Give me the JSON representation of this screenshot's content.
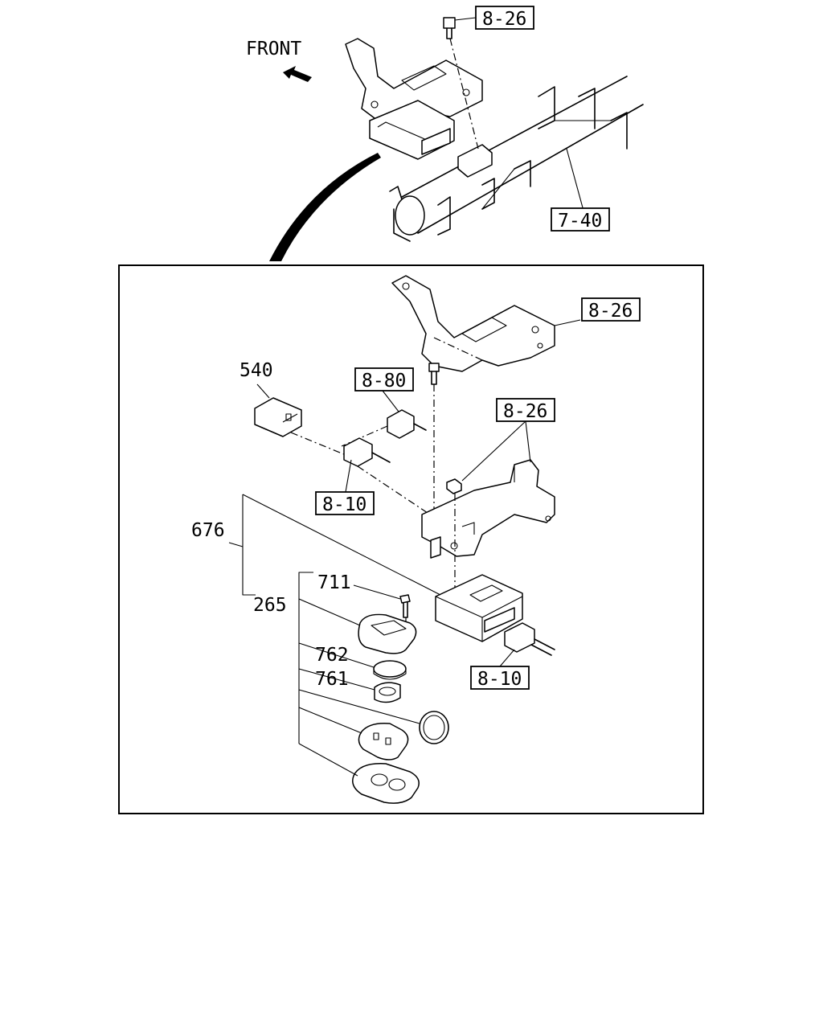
{
  "direction_label": "FRONT",
  "callouts": {
    "top_bracket_ref": "8-26",
    "crossmember_ref": "7-40",
    "inner_bracket_ref": "8-26",
    "harness_ref_top": "8-80",
    "mount_bracket_ref": "8-26",
    "harness_ref_left": "8-10",
    "harness_ref_bottom": "8-10"
  },
  "part_numbers": {
    "relay": "540",
    "receiver_assembly": "676",
    "transmitter_assembly": "265",
    "screw": "711",
    "battery": "762",
    "battery_holder": "761"
  }
}
